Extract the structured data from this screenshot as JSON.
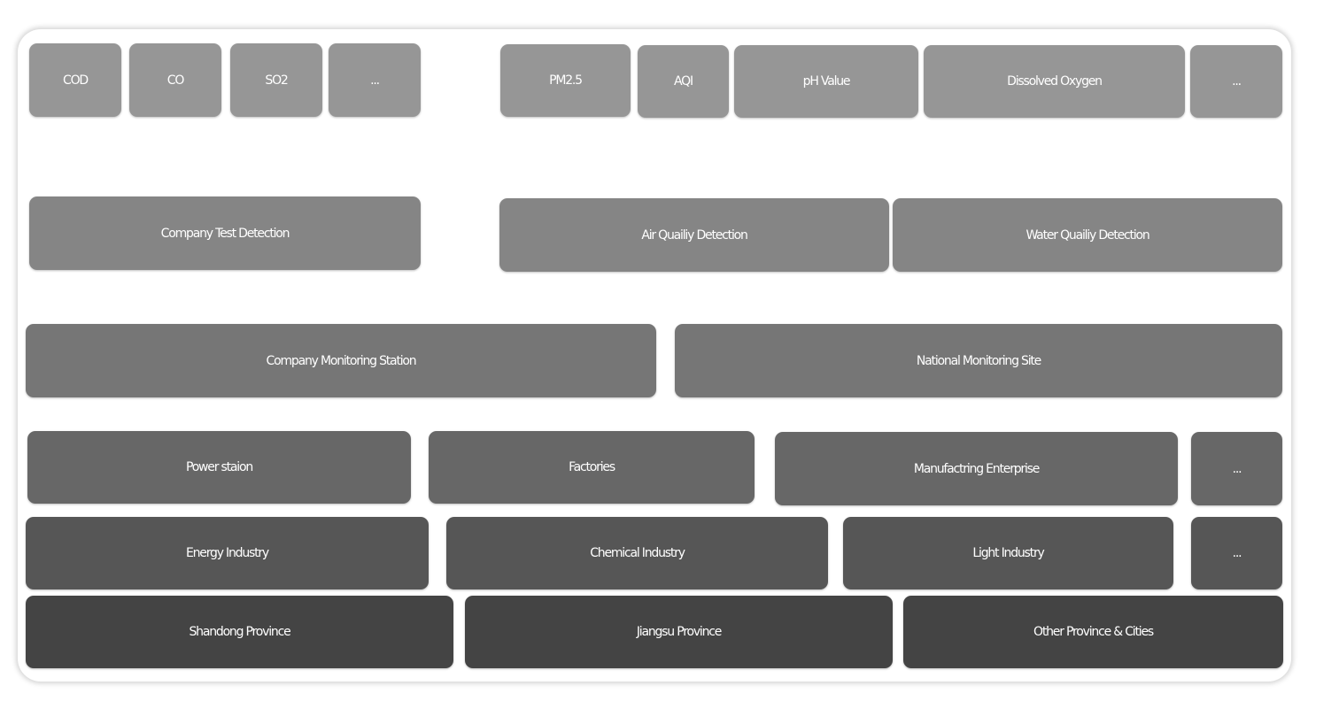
{
  "layers": {
    "indicators": {
      "company": [
        "COD",
        "CO",
        "SO2",
        "..."
      ],
      "environment": [
        "PM2.5",
        "AQI",
        "pH Value",
        "Dissolved Oxygen",
        "..."
      ]
    },
    "detection": [
      "Company Test Detection",
      "Air Quailiy Detection",
      "Water Quailiy Detection"
    ],
    "stations": [
      "Company Monitoring Station",
      "National Monitoring Site"
    ],
    "entities": [
      "Power staion",
      "Factories",
      "Manufactring Enterprise",
      "..."
    ],
    "industries": [
      "Energy Industry",
      "Chemical Industry",
      "Light Industry",
      "..."
    ],
    "regions": [
      "Shandong Province",
      "Jiangsu Province",
      "Other Province & Cities"
    ]
  },
  "colors": {
    "indicators": "#969696",
    "detection": "#858585",
    "stations": "#767676",
    "entities": "#676767",
    "industries": "#565656",
    "regions": "#444444"
  }
}
